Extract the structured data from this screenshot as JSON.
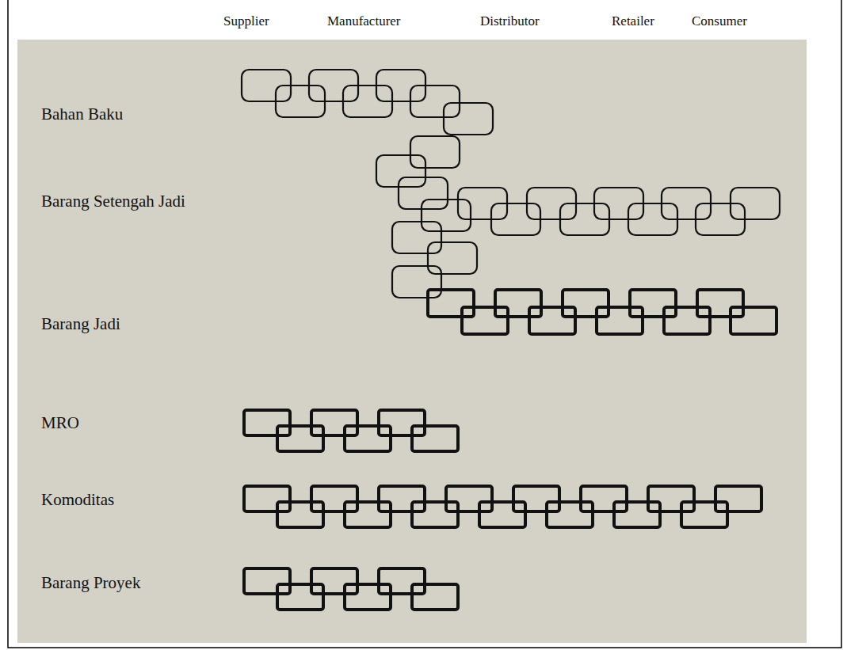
{
  "diagram": {
    "labels": [
      "Supplier",
      "Manufacturer",
      "Distributor",
      "Retailer",
      "Consumer",
      "Bahan Baku",
      "Barang Setengah Jadi",
      "Barang Jadi",
      "MRO",
      "Komoditas",
      "Barang Proyek"
    ]
  }
}
